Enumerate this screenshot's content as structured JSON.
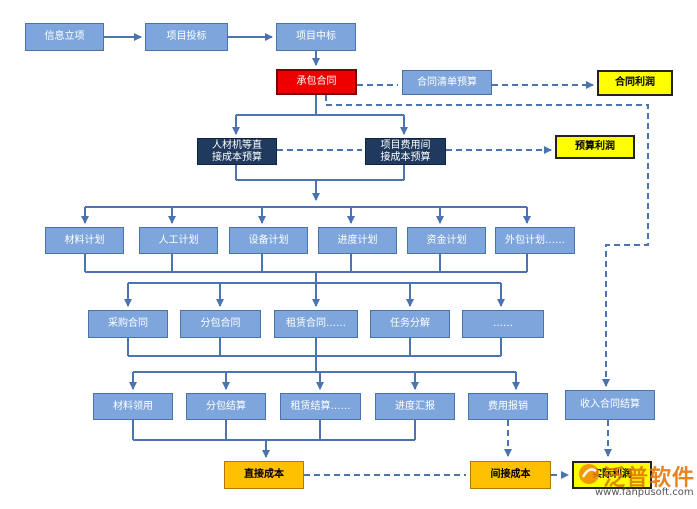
{
  "diagram": {
    "row1": {
      "info_setup": "信息立项",
      "bidding": "项目投标",
      "award": "项目中标"
    },
    "contract": "承包合同",
    "contract_list_budget": "合同清单预算",
    "contract_profit": "合同利润",
    "direct_cost_budget": "人材机等直\n接成本预算",
    "indirect_cost_budget": "项目费用间\n接成本预算",
    "budget_profit": "预算利润",
    "plans": [
      "材料计划",
      "人工计划",
      "设备计划",
      "进度计划",
      "资金计划",
      "外包计划……"
    ],
    "contracts_row": [
      "采购合同",
      "分包合同",
      "租赁合同……",
      "任务分解",
      "……"
    ],
    "settle_row": [
      "材料领用",
      "分包结算",
      "租赁结算……",
      "进度汇报",
      "费用报销",
      "收入合同结算"
    ],
    "direct_cost": "直接成本",
    "indirect_cost": "间接成本",
    "actual_profit": "实际利润"
  },
  "watermark": {
    "name": "泛普软件",
    "url": "www.fanpusoft.com"
  },
  "colors": {
    "blue_box": "#7ea6dc",
    "dark_box": "#1f3a5e",
    "red_box": "#ee0000",
    "yellow_box": "#ffff00",
    "orange_box": "#ffc000",
    "line": "#4a73b0"
  }
}
